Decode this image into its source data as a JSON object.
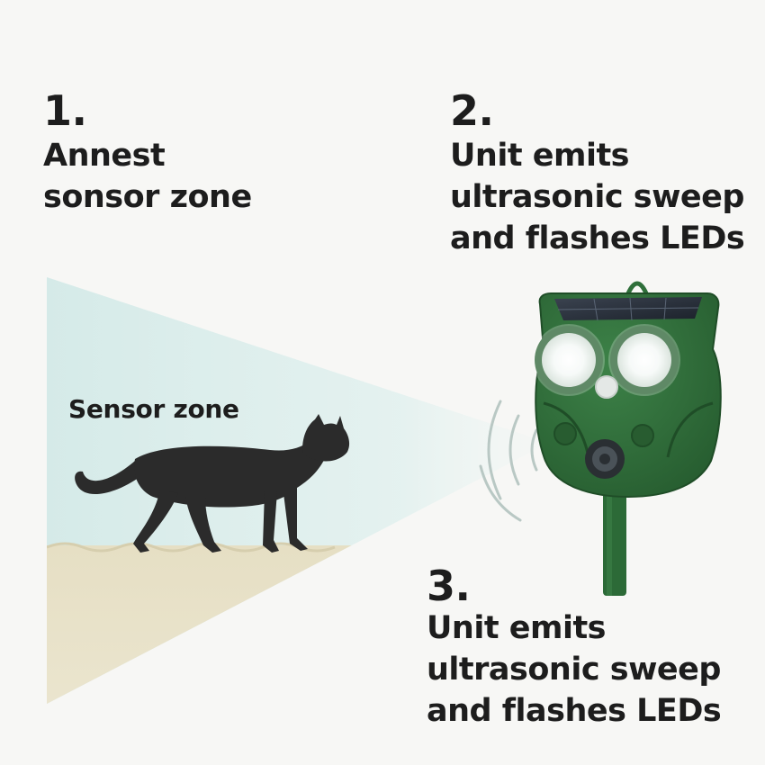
{
  "steps": [
    {
      "number": "1.",
      "text": "Annest\nsonsor zone"
    },
    {
      "number": "2.",
      "text": "Unit emits\nultrasonic sweep\nand flashes LEDs"
    },
    {
      "number": "3.",
      "text": "Unit emits\nultrasonic sweep\nand flashes LEDs"
    }
  ],
  "zone_label": "Sensor zone",
  "colors": {
    "background": "#f7f7f5",
    "sensor_beam": "#d6ecea",
    "ground": "#e8e2c8",
    "device_green": "#2f6f3a",
    "cat": "#2b2b2b",
    "text": "#1d1d1d"
  },
  "icons": [
    "cat-silhouette",
    "owl-repeller-device",
    "solar-panel-icon",
    "led-light-icon",
    "sound-wave-icon"
  ]
}
